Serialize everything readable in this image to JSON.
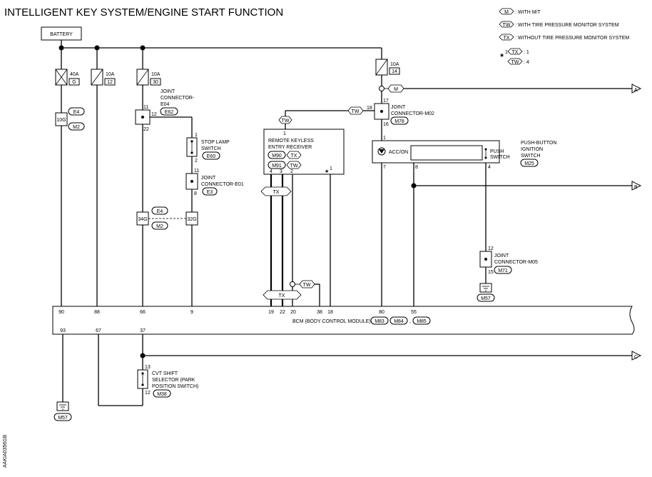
{
  "title": "INTELLIGENT KEY SYSTEM/ENGINE START FUNCTION",
  "legend": {
    "m_tag": "M",
    "m_text": ": WITH M/T",
    "tw_tag": "TW",
    "tw_text": ": WITH TIRE PRESSURE MONITOR SYSTEM",
    "tx_tag": "TX",
    "tx_text": ": WITHOUT TIRE PRESSURE MONITOR SYSTEM",
    "star": "★",
    "star_sup": "1",
    "star_tx": "TX",
    "star_tx_val": ": 1",
    "star_tw": "TW",
    "star_tw_val": ": 4"
  },
  "battery": "BATTERY",
  "fuses": [
    {
      "amp": "40A",
      "id": "G"
    },
    {
      "amp": "10A",
      "id": "12"
    },
    {
      "amp": "10A",
      "id": "30"
    },
    {
      "amp": "10A",
      "id": "14"
    }
  ],
  "joint_e04": {
    "label1": "JOINT",
    "label2": "CONNECTOR-",
    "label3": "E04",
    "conn": "E62",
    "pin_in": "11",
    "pin_out": "12",
    "pin_bottom": "22"
  },
  "stop_lamp": {
    "label1": "STOP LAMP",
    "label2": "SWITCH",
    "conn": "E60",
    "pin_top": "1",
    "pin_bottom": "2"
  },
  "joint_e01": {
    "label1": "JOINT",
    "label2": "CONNECTOR-E01",
    "conn": "E3",
    "pin_top": "11",
    "pin_bottom": "8"
  },
  "inline_10g": {
    "pin": "10G",
    "c1": "E4",
    "c2": "M2"
  },
  "inline_34g": {
    "pin": "34G",
    "c1": "E4",
    "c2": "M2",
    "pin2": "32G"
  },
  "rke": {
    "label1": "REMOTE KEYLESS",
    "label2": "ENTRY RECEIVER",
    "c1": "M90",
    "c1_tag": "TX",
    "c2": "M91",
    "c2_tag": "TW",
    "pin_top": "1",
    "pins": [
      "4",
      "3",
      "2"
    ],
    "star_pin": "★",
    "star_sup": "1",
    "tw_tag": "TW",
    "tx_tag": "TX"
  },
  "joint_m02": {
    "label1": "JOINT",
    "label2": "CONNECTOR-M02",
    "conn": "M78",
    "pin_top": "17",
    "pin_left": "18",
    "pin_bottom": "16",
    "tw_tag": "TW",
    "m_tag": "M"
  },
  "push_button": {
    "label1": "PUSH-BUTTON",
    "label2": "IGNITION",
    "label3": "SWITCH",
    "conn": "M25",
    "acc": "ACC/ON",
    "push1": "PUSH",
    "push2": "SWITCH",
    "pin_top": "1",
    "pin7": "7",
    "pin8": "8",
    "pin4": "4"
  },
  "joint_m05": {
    "label1": "JOINT",
    "label2": "CONNECTOR-M05",
    "conn": "M71",
    "pin_top": "12",
    "pin_bottom": "15",
    "ground": "M57"
  },
  "tx_bus": "TX",
  "tw_bus": "TW",
  "bcm": {
    "label": "BCM (BODY CONTROL MODULE)",
    "c1": "M83",
    "c2": "M84",
    "sep": ",",
    "c3": "M85",
    "top_pins": [
      "90",
      "88",
      "66",
      "9",
      "19",
      "22",
      "20",
      "38",
      "18",
      "80",
      "55"
    ],
    "bottom_pins": [
      "93",
      "67",
      "37"
    ]
  },
  "cvt": {
    "label1": "CVT SHIFT",
    "label2": "SELECTOR (PARK",
    "label3": "POSITION SWITCH)",
    "conn": "M38",
    "pin_top": "13",
    "pin_bottom": "12"
  },
  "ground_main": "M57",
  "arrows": [
    "A",
    "B",
    "C"
  ],
  "code": "AAKIA0356GB"
}
